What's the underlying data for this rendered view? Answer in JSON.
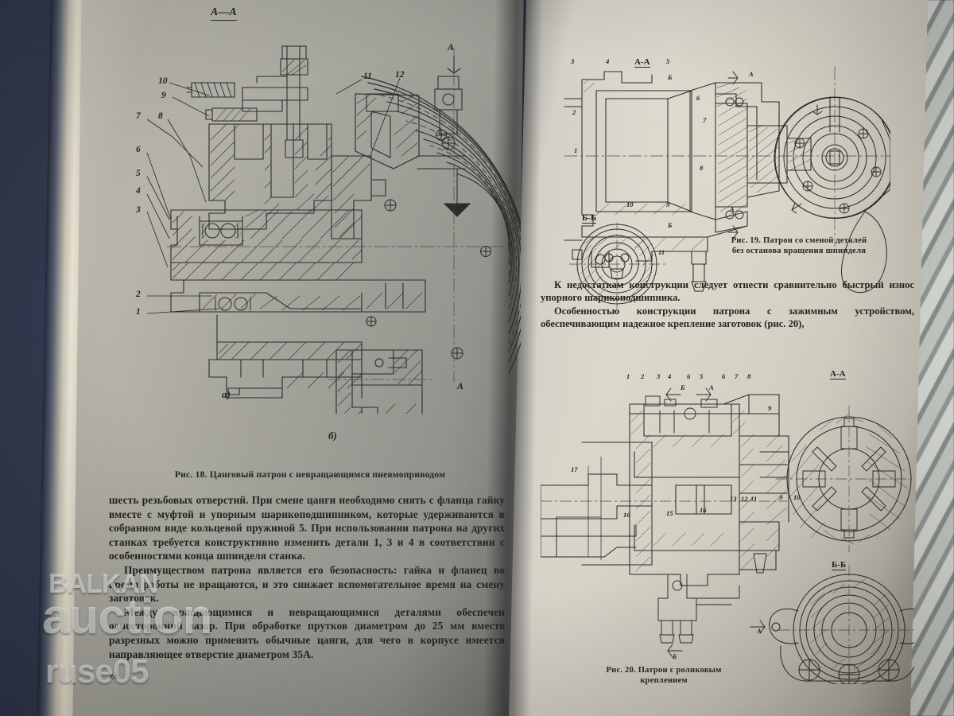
{
  "photo": {
    "watermark": {
      "line1": "BALKAN",
      "line2": "auction",
      "line3": "ruse05"
    },
    "background_color": "#313a50",
    "page_color_left": "#a9a8a0",
    "page_color_right": "#ded9cc",
    "ink_color": "#2a2a28"
  },
  "left_page": {
    "page_number": "24",
    "figure18": {
      "section_title": "А—А",
      "sub_label_a": "а)",
      "sub_label_b": "б)",
      "arrow_marks": [
        "А",
        "А"
      ],
      "callouts": [
        "1",
        "2",
        "3",
        "4",
        "5",
        "6",
        "7",
        "8",
        "9",
        "10",
        "11",
        "12"
      ],
      "caption": "Рис. 18. Цанговый патрон с невращающимся пневмоприводом"
    },
    "body": [
      "шесть резьбовых отверстий. При смене цанги необходимо снять с фланца гайку вместе с муфтой и упорным шарикоподшипником, которые удерживаются в собранном виде кольцевой пружиной 5. При использовании патрона на других станках требуется конструктивно изменить детали 1, 3 и 4 в соответствии с особенностями конца шпинделя станка.",
      "Преимуществом патрона является его безопасность: гайка и фланец во время работы не вращаются, и это снижает вспомогательное время на смену заготовок.",
      "Между вращающимися и невращающимися деталями обеспечен односторонний зазор. При обработке прутков диаметром до 25 мм вместо разрезных можно применять обычные цанги, для чего в корпусе имеется направляющее отверстие диаметром 35А."
    ]
  },
  "right_page": {
    "figure19": {
      "section_titles": [
        "А-А",
        "Б-Б"
      ],
      "arrow_marks": [
        "Б",
        "Б",
        "А",
        "А"
      ],
      "callouts": [
        "1",
        "2",
        "3",
        "4",
        "5",
        "6",
        "7",
        "8",
        "9",
        "10",
        "11"
      ],
      "caption_line1": "Рис. 19. Патрон со сменой деталей",
      "caption_line2": "без останова вращения шпинделя"
    },
    "body": [
      "К недостаткам конструкции следует отнести сравнительно быстрый износ упорного шарикоподшипника.",
      "Особенностью конструкции патрона с зажимным устройством, обеспечивающим надежное крепление заготовок (рис. 20),"
    ],
    "figure20": {
      "section_titles": [
        "А-А",
        "Б-Б"
      ],
      "arrow_marks": [
        "Б",
        "А",
        "А",
        "Б"
      ],
      "callouts_top": [
        "1",
        "2",
        "3",
        "4",
        "5",
        "6",
        "7",
        "8"
      ],
      "callouts_right": [
        "9"
      ],
      "callouts_bottom": [
        "13",
        "12",
        "11",
        "16",
        "15",
        "16",
        "17"
      ],
      "callouts_section": [
        "9",
        "10"
      ],
      "caption_line1": "Рис. 20. Патрон с роликовым",
      "caption_line2": "креплением"
    }
  }
}
